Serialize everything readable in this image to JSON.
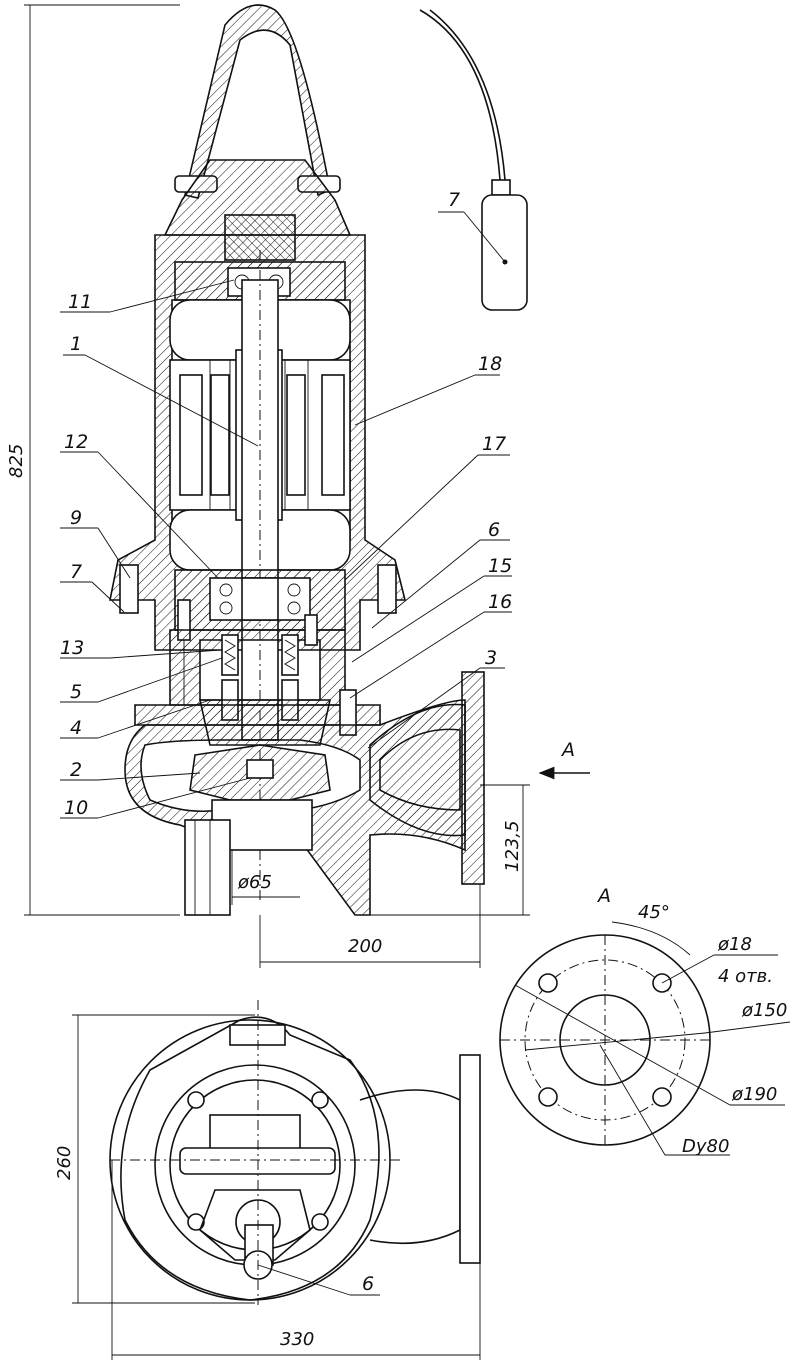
{
  "parts": {
    "p1": "1",
    "p2": "2",
    "p3": "3",
    "p4": "4",
    "p5": "5",
    "p6": "6",
    "p6b": "6",
    "p7": "7",
    "p7b": "7",
    "p9": "9",
    "p10": "10",
    "p11": "11",
    "p12": "12",
    "p13": "13",
    "p15": "15",
    "p16": "16",
    "p17": "17",
    "p18": "18"
  },
  "dimensions": {
    "height_total": "825",
    "outlet_height": "123,5",
    "inlet_diameter": "ø65",
    "outlet_offset": "200",
    "plan_height": "260",
    "plan_width": "330",
    "flange_angle": "45°",
    "bolt_hole": "ø18",
    "bolt_count": "4 отв.",
    "bolt_circle": "ø150",
    "flange_outer": "ø190",
    "nominal_bore": "Dy80"
  },
  "view_marks": {
    "section_arrow": "A",
    "flange_view": "A"
  }
}
